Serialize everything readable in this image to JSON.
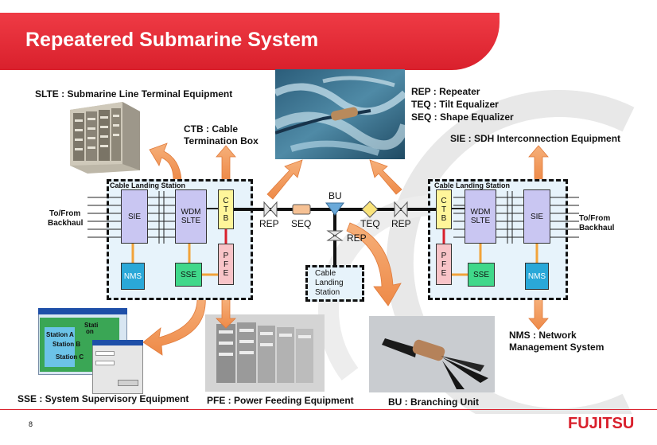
{
  "slide": {
    "title": "Repeatered Submarine System",
    "page_number": "8",
    "brand": "FUJITSU",
    "accent_color": "#d9202c"
  },
  "labels": {
    "slte": "SLTE : Submarine Line Terminal Equipment",
    "ctb_line1": "CTB : Cable",
    "ctb_line2": "Termination Box",
    "rep": "REP : Repeater",
    "teq": "TEQ : Tilt Equalizer",
    "seq": "SEQ : Shape Equalizer",
    "sie": "SIE : SDH Interconnection Equipment",
    "nms_line1": "NMS : Network",
    "nms_line2": "Management System",
    "sse": "SSE : System Supervisory Equipment",
    "pfe": "PFE : Power Feeding Equipment",
    "bu": "BU : Branching Unit"
  },
  "left_station": {
    "title": "Cable Landing Station",
    "backhaul_line1": "To/From",
    "backhaul_line2": "Backhaul",
    "sie": "SIE",
    "wdm_line1": "WDM",
    "wdm_line2": "SLTE",
    "ctb": "CTB",
    "pfe": "PFE",
    "nms": "NMS",
    "sse": "SSE"
  },
  "right_station": {
    "title": "Cable Landing Station",
    "backhaul_line1": "To/From",
    "backhaul_line2": "Backhaul",
    "sie": "SIE",
    "wdm_line1": "WDM",
    "wdm_line2": "SLTE",
    "ctb": "CTB",
    "pfe": "PFE",
    "nms": "NMS",
    "sse": "SSE"
  },
  "bottom_station": {
    "line1": "Cable",
    "line2": "Landing",
    "line3": "Station"
  },
  "trunk": {
    "rep_left": "REP",
    "seq": "SEQ",
    "bu": "BU",
    "teq": "TEQ",
    "rep_right": "REP",
    "rep_branch": "REP"
  },
  "screenshot": {
    "station_a": "Station A",
    "station_b": "Station B",
    "station_c": "Station C",
    "fragment1": "Stati",
    "fragment2": "on"
  }
}
